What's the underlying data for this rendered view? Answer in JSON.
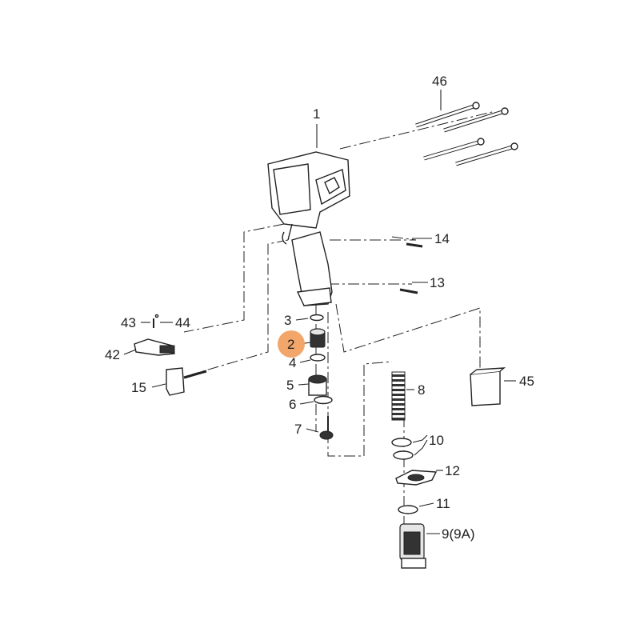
{
  "title": "Exploded parts diagram",
  "highlight": {
    "part": "2",
    "color": "#f2a66a"
  },
  "callouts": [
    {
      "id": "46",
      "label": "46"
    },
    {
      "id": "1",
      "label": "1"
    },
    {
      "id": "14",
      "label": "14"
    },
    {
      "id": "13",
      "label": "13"
    },
    {
      "id": "3",
      "label": "3"
    },
    {
      "id": "43",
      "label": "43"
    },
    {
      "id": "44",
      "label": "44"
    },
    {
      "id": "2",
      "label": "2"
    },
    {
      "id": "42",
      "label": "42"
    },
    {
      "id": "4",
      "label": "4"
    },
    {
      "id": "8",
      "label": "8"
    },
    {
      "id": "45",
      "label": "45"
    },
    {
      "id": "5",
      "label": "5"
    },
    {
      "id": "15",
      "label": "15"
    },
    {
      "id": "6",
      "label": "6"
    },
    {
      "id": "7",
      "label": "7"
    },
    {
      "id": "10",
      "label": "10"
    },
    {
      "id": "12",
      "label": "12"
    },
    {
      "id": "11",
      "label": "11"
    },
    {
      "id": "9",
      "label": "9(9A)"
    }
  ]
}
